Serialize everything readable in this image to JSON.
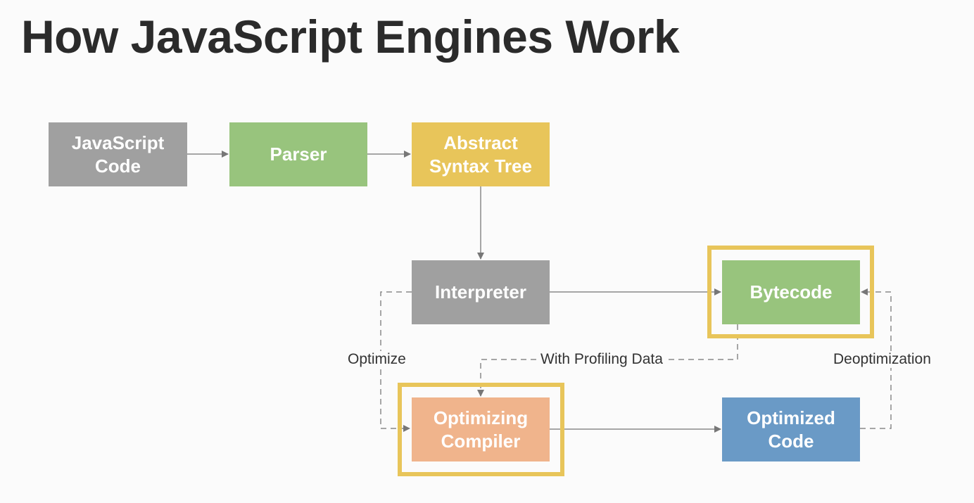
{
  "title": "How JavaScript Engines Work",
  "colors": {
    "gray": "#a0a0a0",
    "green": "#98c47d",
    "yellow": "#e8c55a",
    "orange": "#f0b48c",
    "blue": "#6a9ac6",
    "highlight_border": "#e8c55a"
  },
  "nodes": {
    "javascript_code": "JavaScript Code",
    "parser": "Parser",
    "ast": "Abstract Syntax Tree",
    "interpreter": "Interpreter",
    "bytecode": "Bytecode",
    "optimizing_compiler": "Optimizing Compiler",
    "optimized_code": "Optimized Code"
  },
  "edge_labels": {
    "optimize": "Optimize",
    "profiling": "With Profiling Data",
    "deoptimization": "Deoptimization"
  }
}
